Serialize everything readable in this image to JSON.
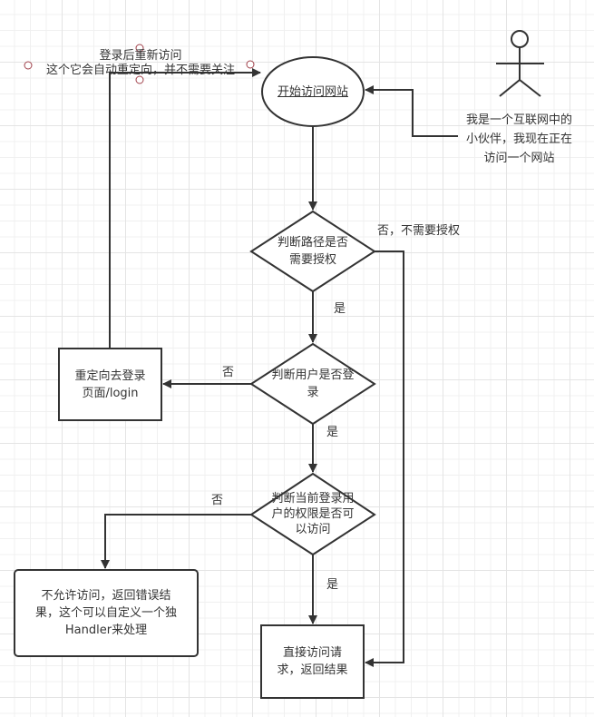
{
  "diagram": {
    "nodes": {
      "start": "开始访问网站",
      "decision_path": [
        "判断路径是否",
        "需要授权"
      ],
      "decision_login": [
        "判断用户是否登",
        "录"
      ],
      "decision_permission": [
        "判断当前登录用",
        "户的权限是否可",
        "以访问"
      ],
      "redirect_login": [
        "重定向去登录",
        "页面/login"
      ],
      "deny": [
        "不允许访问，返回错误结",
        "果，这个可以自定义一个独",
        "Handler来处理"
      ],
      "direct_access": [
        "直接访问请",
        "求，返回结果"
      ]
    },
    "actor": {
      "label": [
        "我是一个互联网中的",
        "小伙伴，我现在正在",
        "访问一个网站"
      ]
    },
    "annotation": {
      "lines": [
        "登录后重新访问",
        "这个它会自动重定向，并不需要关注"
      ]
    },
    "edge_labels": {
      "no_auth_needed": "否，不需要授权",
      "path_yes": "是",
      "login_no": "否",
      "login_yes": "是",
      "permission_no": "否",
      "permission_yes": "是"
    },
    "colors": {
      "stroke": "#333333",
      "handle": "#a0404a",
      "grid_minor": "#f0f0f0",
      "grid_major": "#e4e4e4"
    }
  }
}
